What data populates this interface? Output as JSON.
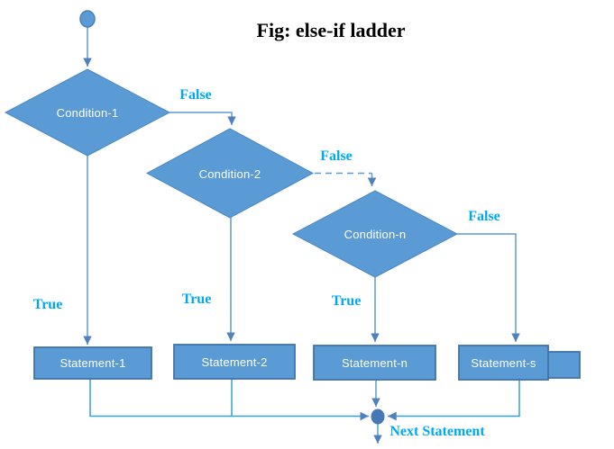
{
  "title": "Fig: else-if ladder",
  "flowchart": {
    "type": "else-if ladder flowchart",
    "conditions": [
      {
        "label": "Condition-1",
        "true_label": "True",
        "false_label": "False"
      },
      {
        "label": "Condition-2",
        "true_label": "True",
        "false_label": "False"
      },
      {
        "label": "Condition-n",
        "true_label": "True",
        "false_label": "False"
      }
    ],
    "statements": [
      {
        "label": "Statement-1"
      },
      {
        "label": "Statement-2"
      },
      {
        "label": "Statement-n"
      },
      {
        "label": "Statement-s"
      }
    ],
    "end_label": "Next Statement"
  },
  "colors": {
    "shape_fill": "#5b9bd5",
    "shape_border": "#4173a8",
    "connector": "#5b9bd5",
    "collector_connector": "#33a0da",
    "arrowhead": "#4e81bd",
    "branch_label_text": "#00a9ee",
    "title_text": "#000000",
    "shape_text": "#ffffff"
  }
}
